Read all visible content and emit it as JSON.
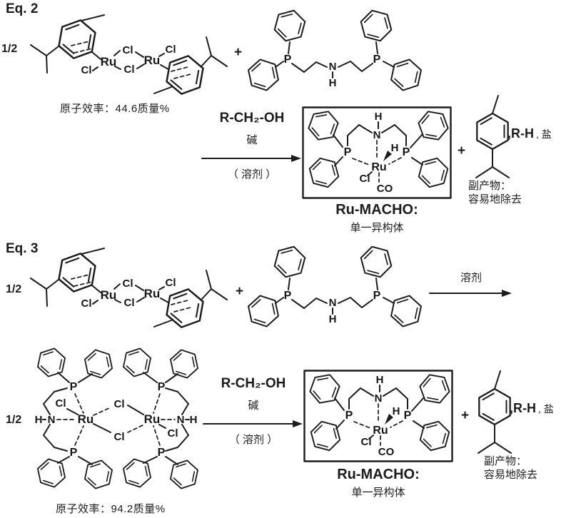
{
  "colors": {
    "ink": "#1c1c1c",
    "bg": "#ffffff"
  },
  "atoms": {
    "ru": "Ru",
    "cl": "Cl",
    "p": "P",
    "n": "N",
    "h": "H",
    "co": "CO"
  },
  "eq2": {
    "label": "Eq. 2",
    "coefficient": "1/2",
    "plus1": "+",
    "atom_efficiency": "原子效率：44.6质量%",
    "arrow": {
      "reagent": "R-CH₂-OH",
      "base": "碱",
      "solvent": "（ 溶剂 ）"
    },
    "product": {
      "name": "Ru-MACHO:",
      "note": "单一异构体"
    },
    "plus2": "+",
    "byproduct": {
      "rh": ",R-H",
      "salt": ", 盐",
      "line1": "副产物：",
      "line2": "容易地除去"
    }
  },
  "eq3": {
    "label": "Eq. 3",
    "coefficient1": "1/2",
    "plus1": "+",
    "arrow1": {
      "solvent": "溶剂"
    },
    "coefficient2": "1/2",
    "atom_efficiency": "原子效率：94.2质量%",
    "arrow2": {
      "reagent": "R-CH₂-OH",
      "base": "碱",
      "solvent": "（ 溶剂 ）"
    },
    "product": {
      "name": "Ru-MACHO:",
      "note": "单一异构体"
    },
    "plus2": "+",
    "byproduct": {
      "rh": ",R-H",
      "salt": ", 盐",
      "line1": "副产物：",
      "line2": "容易地除去"
    }
  }
}
